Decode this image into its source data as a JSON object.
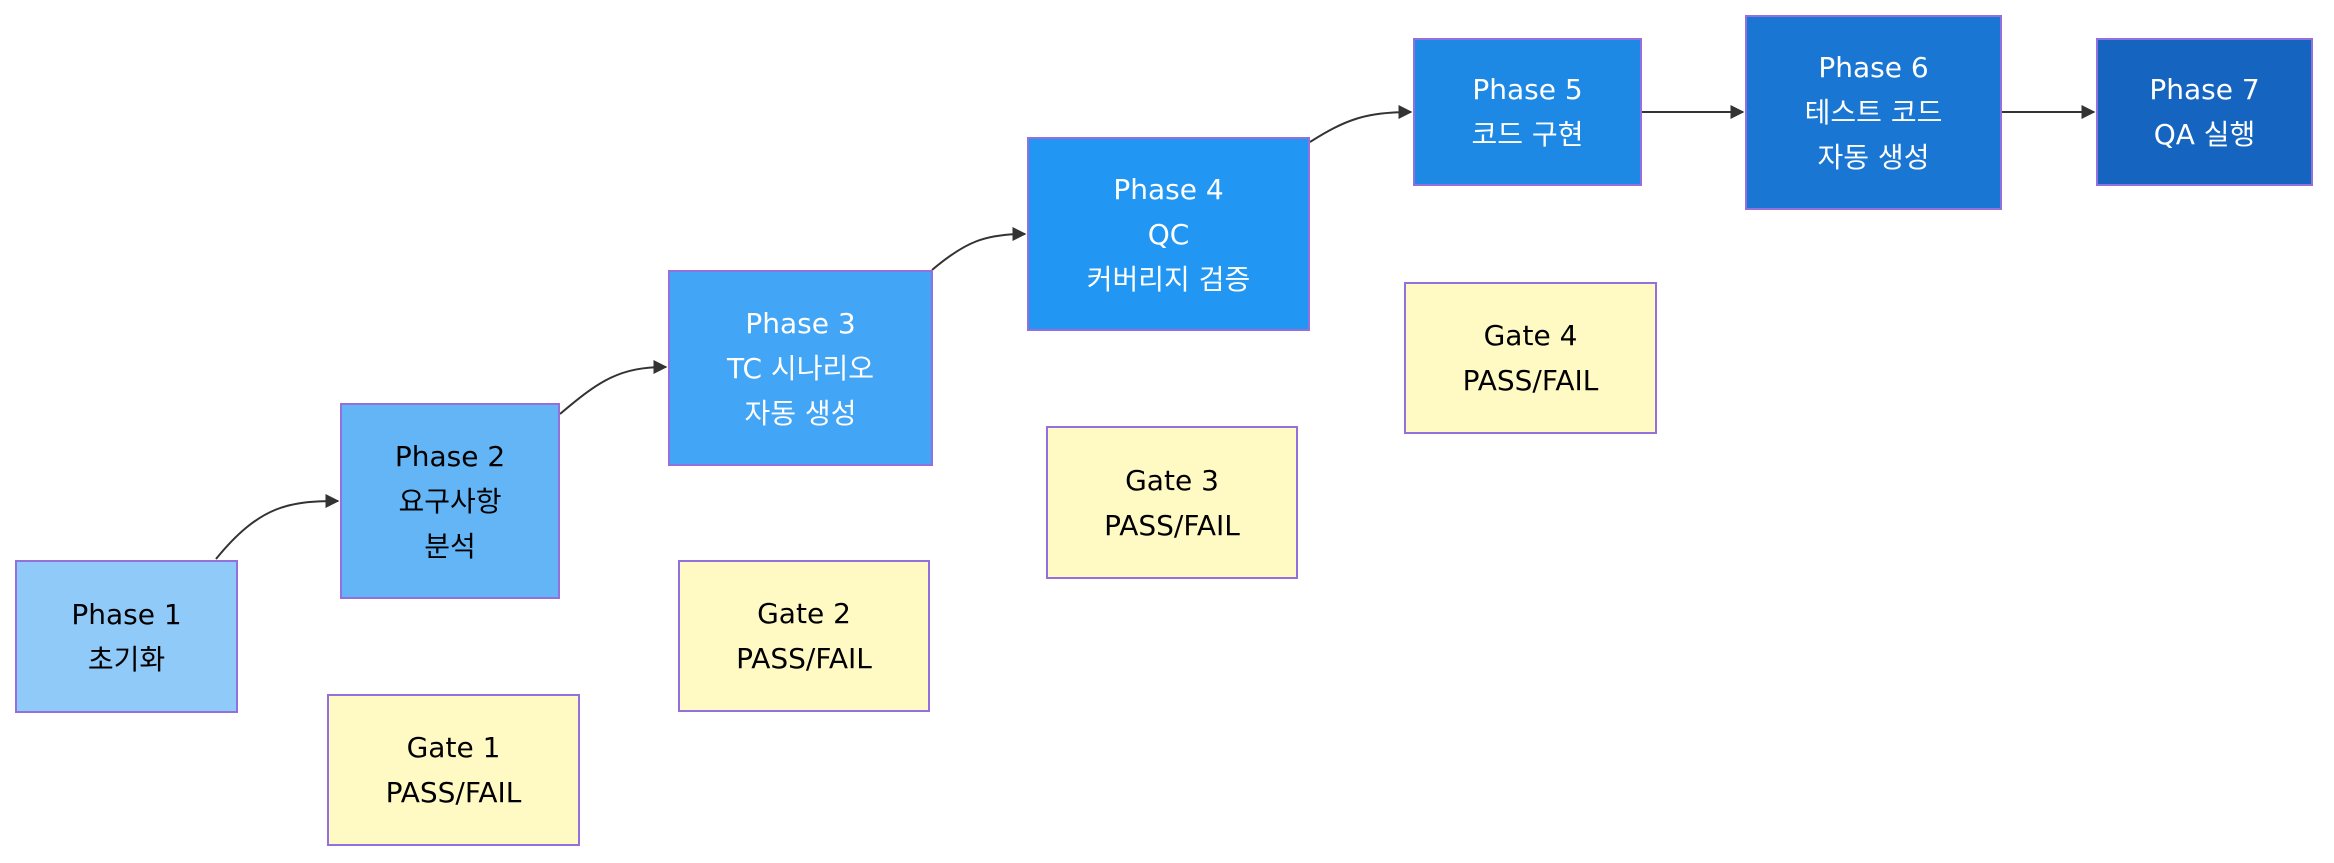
{
  "diagram": {
    "type": "flowchart",
    "direction": "left-to-right",
    "phases": [
      {
        "id": "p1",
        "lines": [
          "Phase 1",
          "초기화"
        ],
        "fill": "#90CAF9",
        "text_color": "#000000"
      },
      {
        "id": "p2",
        "lines": [
          "Phase 2",
          "요구사항",
          "분석"
        ],
        "fill": "#64B5F6",
        "text_color": "#000000"
      },
      {
        "id": "p3",
        "lines": [
          "Phase 3",
          "TC 시나리오",
          "자동 생성"
        ],
        "fill": "#42A5F5",
        "text_color": "#ffffff"
      },
      {
        "id": "p4",
        "lines": [
          "Phase 4",
          "QC",
          "커버리지 검증"
        ],
        "fill": "#2196F3",
        "text_color": "#ffffff"
      },
      {
        "id": "p5",
        "lines": [
          "Phase 5",
          "코드 구현"
        ],
        "fill": "#1E88E5",
        "text_color": "#ffffff"
      },
      {
        "id": "p6",
        "lines": [
          "Phase 6",
          "테스트 코드",
          "자동 생성"
        ],
        "fill": "#1976D2",
        "text_color": "#ffffff"
      },
      {
        "id": "p7",
        "lines": [
          "Phase 7",
          "QA 실행"
        ],
        "fill": "#1565C0",
        "text_color": "#ffffff"
      }
    ],
    "gates": [
      {
        "id": "g1",
        "lines": [
          "Gate 1",
          "PASS/FAIL"
        ],
        "fill": "#FFF9C4"
      },
      {
        "id": "g2",
        "lines": [
          "Gate 2",
          "PASS/FAIL"
        ],
        "fill": "#FFF9C4"
      },
      {
        "id": "g3",
        "lines": [
          "Gate 3",
          "PASS/FAIL"
        ],
        "fill": "#FFF9C4"
      },
      {
        "id": "g4",
        "lines": [
          "Gate 4",
          "PASS/FAIL"
        ],
        "fill": "#FFF9C4"
      }
    ],
    "edges": [
      {
        "from": "p1",
        "to": "p2"
      },
      {
        "from": "p2",
        "to": "p3"
      },
      {
        "from": "p3",
        "to": "p4"
      },
      {
        "from": "p4",
        "to": "p5"
      },
      {
        "from": "p5",
        "to": "p6"
      },
      {
        "from": "p6",
        "to": "p7"
      }
    ],
    "colors": {
      "node_border": "#9370DB",
      "edge": "#333333",
      "gate_fill": "#FFF9C4"
    }
  }
}
